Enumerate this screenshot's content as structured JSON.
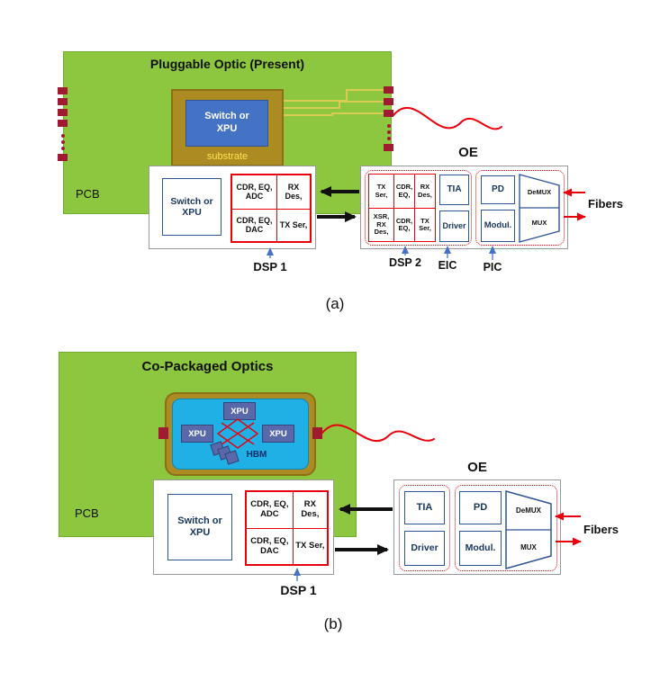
{
  "colors": {
    "pcb_green": "#8dc63f",
    "substrate_gold": "#ab8b22",
    "chip_blue": "#4472c4",
    "interposer_cyan": "#1fb1e6",
    "accent_red": "#e8000d",
    "pad_dark_red": "#9e1b32",
    "trace_yellow": "#d8cd52",
    "label_blue": "#4472c4",
    "box_border_blue": "#2f5597"
  },
  "figure_a": {
    "caption": "(a)",
    "pcb": {
      "title": "Pluggable Optic (Present)",
      "label": "PCB"
    },
    "substrate": {
      "label": "substrate",
      "chip": "Switch or XPU"
    },
    "dsp_module": {
      "chip": "Switch or XPU",
      "label": "DSP 1",
      "rows": [
        {
          "left": "CDR, EQ, ADC",
          "right": "RX Des,"
        },
        {
          "left": "CDR, EQ, DAC",
          "right": "TX Ser,"
        }
      ]
    },
    "oe": {
      "label": "OE",
      "dsp2": {
        "label": "DSP 2",
        "rows": [
          [
            "TX Ser,",
            "CDR, EQ,",
            "RX Des,"
          ],
          [
            "XSR, RX Des,",
            "CDR, EQ,",
            "TX Ser,"
          ]
        ]
      },
      "eic": {
        "label": "EIC",
        "tia": "TIA",
        "driver": "Driver"
      },
      "pic": {
        "label": "PIC",
        "pd": "PD",
        "modulator": "Modul.",
        "demux": "DeMUX",
        "mux": "MUX"
      },
      "fibers": "Fibers"
    }
  },
  "figure_b": {
    "caption": "(b)",
    "pcb": {
      "title": "Co-Packaged Optics",
      "label": "PCB"
    },
    "package": {
      "xpu_top": "XPU",
      "xpu_left": "XPU",
      "xpu_right": "XPU",
      "hbm": "HBM"
    },
    "dsp_module": {
      "chip": "Switch or XPU",
      "label": "DSP 1",
      "rows": [
        {
          "left": "CDR, EQ, ADC",
          "right": "RX Des,"
        },
        {
          "left": "CDR, EQ, DAC",
          "right": "TX Ser,"
        }
      ]
    },
    "oe": {
      "label": "OE",
      "eic": {
        "tia": "TIA",
        "driver": "Driver"
      },
      "pic": {
        "pd": "PD",
        "modulator": "Modul.",
        "demux": "DeMUX",
        "mux": "MUX"
      },
      "fibers": "Fibers"
    }
  }
}
